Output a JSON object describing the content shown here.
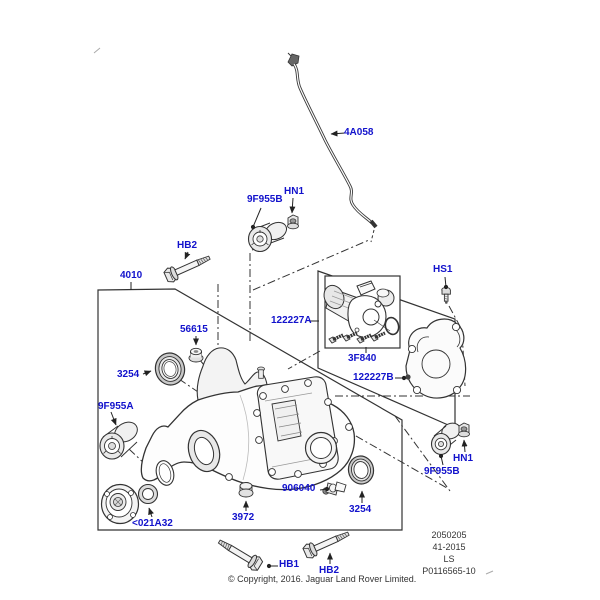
{
  "diagram": {
    "type": "exploded-parts-diagram",
    "subject": "rear differential / final drive assembly"
  },
  "colors": {
    "callout_label": "#1212cc",
    "line_art": "#2b2b2b",
    "footer_text": "#333333",
    "background": "#ffffff"
  },
  "callouts": {
    "breather_tube": "4A058",
    "bushing_front": "9F955B",
    "nut_front": "HN1",
    "bolt_front": "HB2",
    "final_drive_case": "4010",
    "actuator_kit": "122227A",
    "actuator_screws": "3F840",
    "actuator_cover": "122227B",
    "cover_screw": "HS1",
    "breather_plug": "56615",
    "seal_left": "3254",
    "bushing_left": "9F955A",
    "drive_flange": "<021A32",
    "drain_plug": "3972",
    "speed_sensor": "906040",
    "seal_right": "3254",
    "bushing_right": "9F955B",
    "nut_right": "HN1",
    "bolt_rear_1": "HB1",
    "bolt_rear_2": "HB2"
  },
  "footer": {
    "copyright": "© Copyright, 2016. Jaguar Land Rover Limited.",
    "plate_lines": [
      "2050205",
      "41-2015",
      "LS",
      "P0116565-10"
    ]
  }
}
